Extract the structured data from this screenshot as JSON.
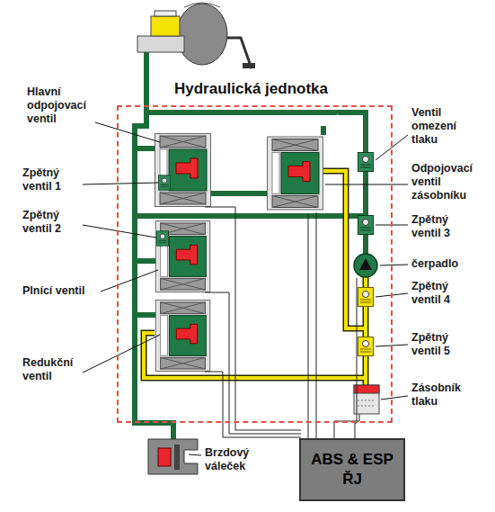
{
  "diagram": {
    "nodes": [
      {
        "text": [
          "Hydraulická jednotka"
        ]
      },
      {
        "text": [
          "ABS & ESP ŘJ"
        ]
      }
    ],
    "labels": [
      "Hlavní odpojovací ventil",
      "Ventil omezení tlaku",
      "Zpětný ventil 1",
      "Odpojovací ventil zásobníku",
      "Zpětný ventil 2",
      "Zpětný ventil 3",
      "čerpadlo",
      "Plnící ventil",
      "Zpětný ventil 4",
      "Zpětný ventil 5",
      "Redukční ventil",
      "Zásobník tlaku",
      "Brzdový váleček"
    ]
  }
}
